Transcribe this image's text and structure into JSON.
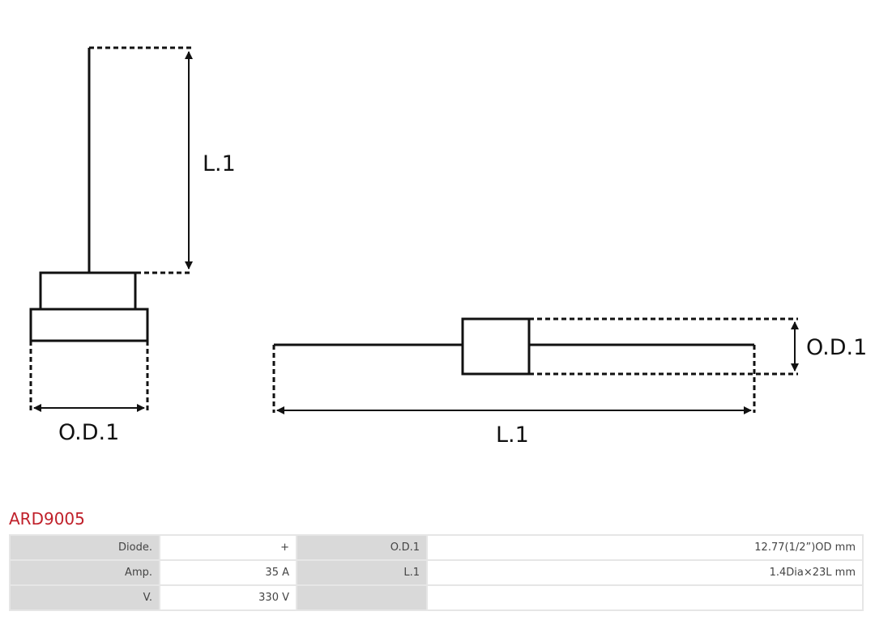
{
  "diagram": {
    "left_length_label": "L.1",
    "left_diameter_label": "O.D.1",
    "right_length_label": "L.1",
    "right_diameter_label": "O.D.1"
  },
  "product": {
    "code": "ARD9005"
  },
  "specs": [
    {
      "label1": "Diode.",
      "value1": "+",
      "label2": "O.D.1",
      "value2": "12.77(1/2”)OD mm"
    },
    {
      "label1": "Amp.",
      "value1": "35 A",
      "label2": "L.1",
      "value2": "1.4Dia×23L mm"
    },
    {
      "label1": "V.",
      "value1": "330 V",
      "label2": "",
      "value2": ""
    }
  ]
}
